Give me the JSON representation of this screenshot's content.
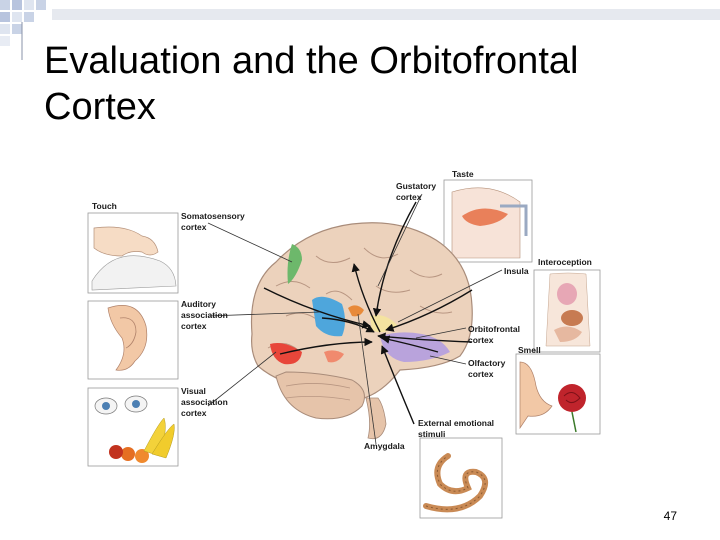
{
  "slide": {
    "title_line1": "Evaluation and the Orbitofrontal",
    "title_line2": "Cortex",
    "page_number": "47"
  },
  "figure": {
    "labels": {
      "touch": "Touch",
      "somatosensory_1": "Somatosensory",
      "somatosensory_2": "cortex",
      "taste": "Taste",
      "gustatory_1": "Gustatory",
      "gustatory_2": "cortex",
      "interoception": "Interoception",
      "insula": "Insula",
      "auditory_1": "Auditory",
      "auditory_2": "association",
      "auditory_3": "cortex",
      "orbitofrontal_1": "Orbitofrontal",
      "orbitofrontal_2": "cortex",
      "smell": "Smell",
      "olfactory_1": "Olfactory",
      "olfactory_2": "cortex",
      "visual_1": "Visual",
      "visual_2": "association",
      "visual_3": "cortex",
      "external_1": "External emotional",
      "external_2": "stimuli",
      "amygdala": "Amygdala"
    },
    "colors": {
      "brain": "#ecd2bc",
      "brain_outline": "#a98c7a",
      "somatosensory": "#6db86b",
      "auditory": "#4ea6dc",
      "visual": "#e8463a",
      "orbitofrontal": "#b9a3dc",
      "insula": "#f4e3a0",
      "amygdala": "#e88a3a"
    }
  }
}
